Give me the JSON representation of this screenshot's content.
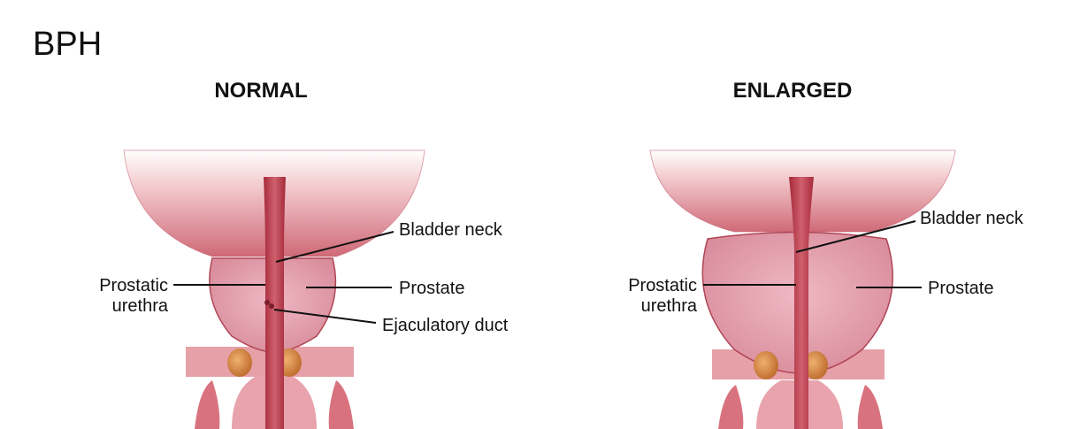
{
  "title": "BPH",
  "panels": [
    {
      "heading": "NORMAL",
      "labels": {
        "bladder_neck": "Bladder neck",
        "prostatic_urethra_line1": "Prostatic",
        "prostatic_urethra_line2": "urethra",
        "prostate": "Prostate",
        "ejaculatory_duct": "Ejaculatory duct"
      }
    },
    {
      "heading": "ENLARGED",
      "labels": {
        "bladder_neck": "Bladder neck",
        "prostatic_urethra_line1": "Prostatic",
        "prostatic_urethra_line2": "urethra",
        "prostate": "Prostate"
      }
    }
  ],
  "colors": {
    "tissue": "#d9727f",
    "tissue_light": "#f1c3c6",
    "prostate": "#e6a3b0",
    "urethra": "#b83a48",
    "vesicle": "#d98a45"
  }
}
